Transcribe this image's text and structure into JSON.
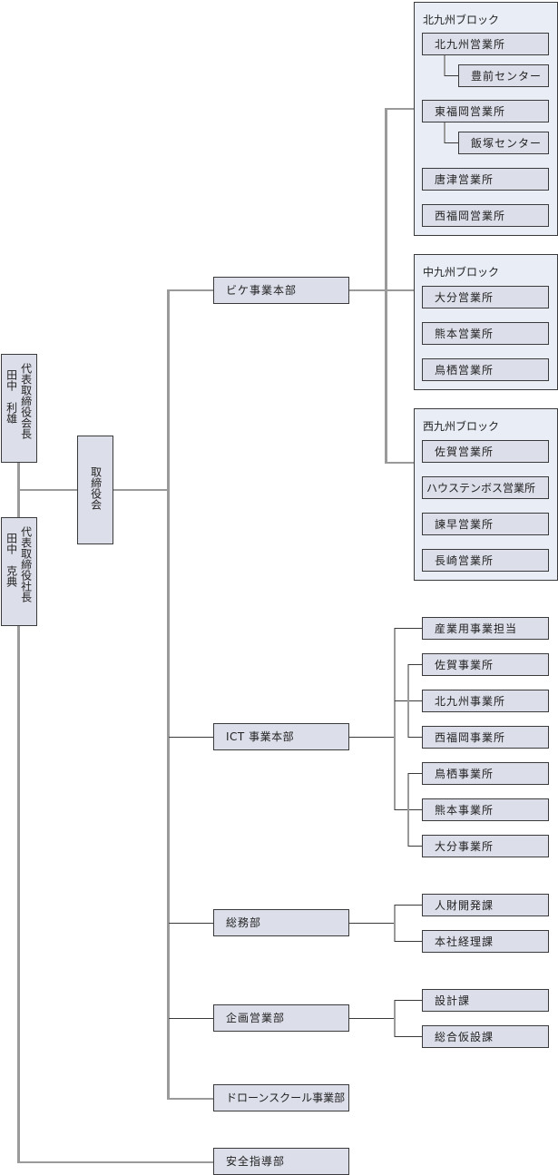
{
  "executives": {
    "chairman": {
      "title": "代表取締役会長",
      "name": "田中　利雄"
    },
    "president": {
      "title": "代表取締役社長",
      "name": "田中　克典"
    }
  },
  "board": {
    "label": "取締役会"
  },
  "divisions": {
    "bike": {
      "label": "ビケ事業本部",
      "blocks": [
        {
          "title": "北九州ブロック",
          "offices": [
            "北九州営業所",
            "東福岡営業所",
            "唐津営業所",
            "西福岡営業所"
          ],
          "centers": [
            "豊前センター",
            "飯塚センター"
          ]
        },
        {
          "title": "中九州ブロック",
          "offices": [
            "大分営業所",
            "熊本営業所",
            "鳥栖営業所"
          ]
        },
        {
          "title": "西九州ブロック",
          "offices": [
            "佐賀営業所",
            "ハウステンボス営業所",
            "諫早営業所",
            "長崎営業所"
          ]
        }
      ]
    },
    "ict": {
      "label": "ICT 事業本部",
      "units": [
        "産業用事業担当",
        "佐賀事業所",
        "北九州事業所",
        "西福岡事業所",
        "鳥栖事業所",
        "熊本事業所",
        "大分事業所"
      ]
    },
    "general_affairs": {
      "label": "総務部",
      "sections": [
        "人財開発課",
        "本社経理課"
      ]
    },
    "planning_sales": {
      "label": "企画営業部",
      "sections": [
        "設計課",
        "総合仮設課"
      ]
    },
    "drone_school": {
      "label": "ドローンスクール事業部"
    },
    "safety": {
      "label": "安全指導部"
    }
  }
}
